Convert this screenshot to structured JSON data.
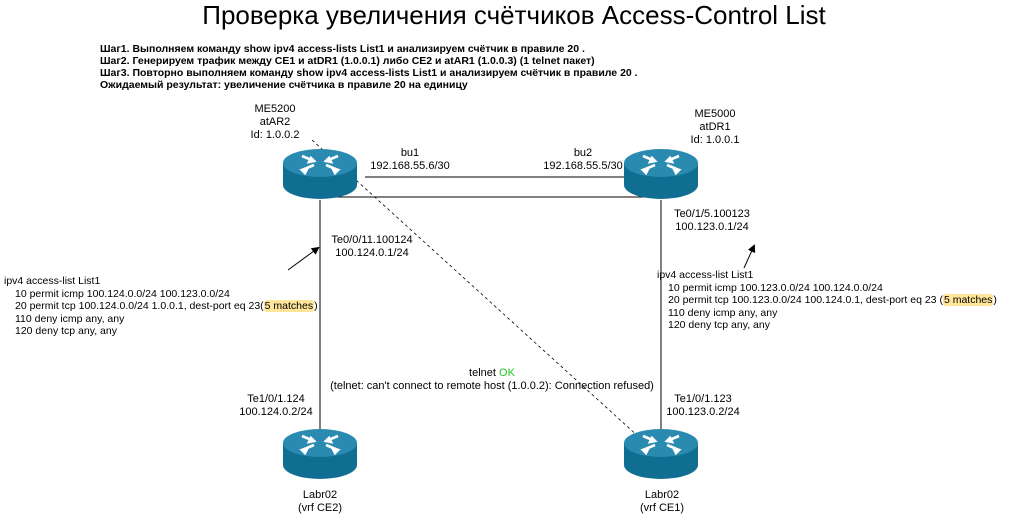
{
  "title": "Проверка увеличения счётчиков Access-Control List",
  "steps": [
    "Шаг1. Выполняем команду show ipv4 access-lists List1 и анализируем счётчик в правиле 20 .",
    "Шаг2. Генерируем трафик между CE1 и atDR1 (1.0.0.1)  либо CE2 и atAR1 (1.0.0.3) (1 telnet пакет)",
    "Шаг3. Повторно выполняем команду show ipv4 access-lists List1 и анализируем счётчик в правиле 20 .",
    "Ожидаемый результат: увеличение счётчика  в правиле 20 на единицу"
  ],
  "nodes": {
    "atar2": {
      "model": "ME5200",
      "name": "atAR2",
      "id": "Id: 1.0.0.2"
    },
    "atdr1": {
      "model": "ME5000",
      "name": "atDR1",
      "id": "Id: 1.0.0.1"
    },
    "ce2": {
      "name": "Labr02",
      "vrf": "(vrf CE2)"
    },
    "ce1": {
      "name": "Labr02",
      "vrf": "(vrf CE1)"
    }
  },
  "interfaces": {
    "bu1": {
      "name": "bu1",
      "ip": "192.168.55.6/30"
    },
    "bu2": {
      "name": "bu2",
      "ip": "192.168.55.5/30"
    },
    "te_ar2": {
      "name": "Te0/0/11.100124",
      "ip": "100.124.0.1/24"
    },
    "te_dr1": {
      "name": "Te0/1/5.100123",
      "ip": "100.123.0.1/24"
    },
    "te_ce2": {
      "name": "Te1/0/1.124",
      "ip": "100.124.0.2/24"
    },
    "te_ce1": {
      "name": "Te1/0/1.123",
      "ip": "100.123.0.2/24"
    }
  },
  "acl_left": {
    "header": "ipv4 access-list List1",
    "rules": [
      "10 permit icmp 100.124.0.0/24 100.123.0.0/24",
      "20 permit tcp 100.124.0.0/24 1.0.0.1, dest-port eq 23(",
      "110 deny icmp any, any",
      "120 deny tcp any, any"
    ],
    "matches": "5 matches",
    "close": ")"
  },
  "acl_right": {
    "header": "ipv4 access-list List1",
    "rules": [
      "10 permit icmp 100.123.0.0/24 100.124.0.0/24",
      "20 permit tcp 100.123.0.0/24 100.124.0.1, dest-port eq 23 (",
      "110 deny icmp any, any",
      "120 deny tcp any, any"
    ],
    "matches": "5 matches",
    "close": ")"
  },
  "telnet": {
    "label": "telnet",
    "status": "OK",
    "note": "(telnet: can't connect to remote host (1.0.0.2): Connection refused)"
  },
  "colors": {
    "router_fill": "#0f6e91",
    "router_top": "#2a8ab0",
    "highlight": "#ffe599",
    "ok": "#22c522"
  }
}
